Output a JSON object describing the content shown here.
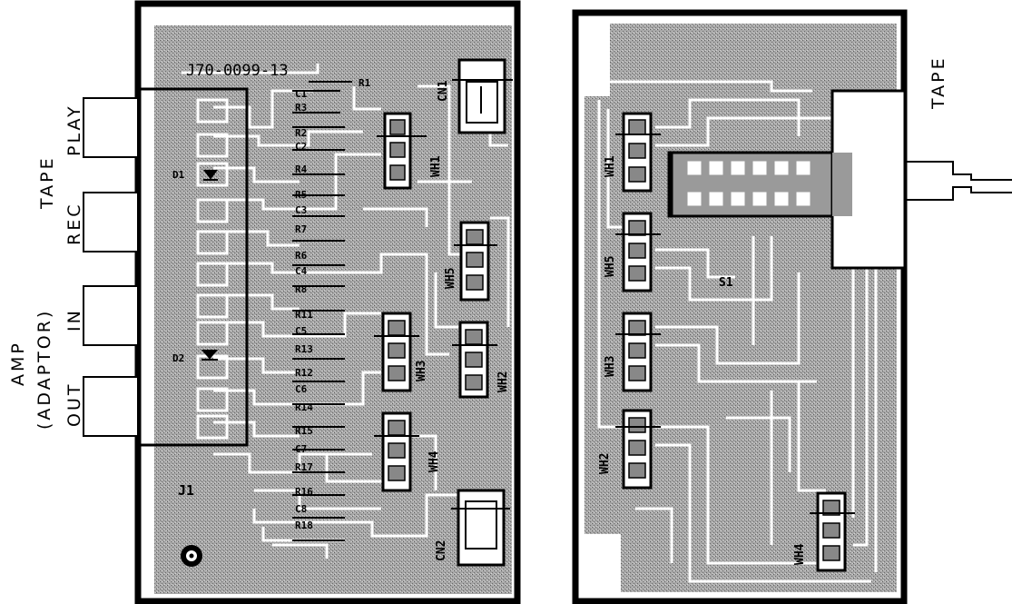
{
  "left_board": {
    "part_number": "J70-0099-13",
    "side_labels": {
      "play": "PLAY",
      "tape": "TAPE",
      "rec": "REC",
      "in": "IN",
      "amp": "AMP",
      "adaptor": "(ADAPTOR)",
      "out": "OUT"
    },
    "components": {
      "r1": "R1",
      "c1": "C1",
      "r3": "R3",
      "r2": "R2",
      "c2": "C2",
      "r4": "R4",
      "r5": "R5",
      "c3": "C3",
      "r7": "R7",
      "r6": "R6",
      "c4": "C4",
      "r8": "R8",
      "r11": "R11",
      "c5": "C5",
      "r13": "R13",
      "r12": "R12",
      "c6": "C6",
      "r14": "R14",
      "r15": "R15",
      "c7": "C7",
      "r17": "R17",
      "r16": "R16",
      "c8": "C8",
      "r18": "R18",
      "d1": "D1",
      "d2": "D2",
      "j1": "J1",
      "cn1": "CN1",
      "cn2": "CN2",
      "wh1": "WH1",
      "wh2": "WH2",
      "wh3": "WH3",
      "wh4": "WH4",
      "wh5": "WH5"
    }
  },
  "right_board": {
    "side_labels": {
      "tape": "TAPE"
    },
    "components": {
      "wh1": "WH1",
      "wh2": "WH2",
      "wh3": "WH3",
      "wh4": "WH4",
      "wh5": "WH5",
      "s1": "S1"
    }
  },
  "colors": {
    "ink": "#000000",
    "copper_fill": "#9a9a9a",
    "trace": "#ffffff",
    "paper": "#ffffff"
  }
}
